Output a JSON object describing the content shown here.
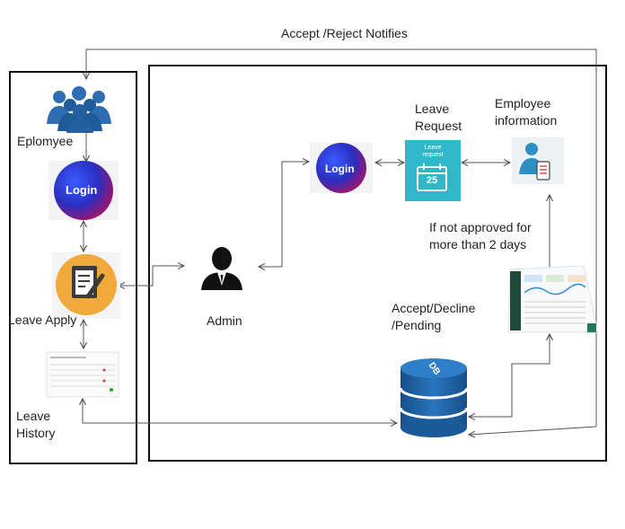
{
  "title": "Accept /Reject Notifies",
  "employee": {
    "label": "Eplomyee",
    "icon": "people-group-icon"
  },
  "login_left": {
    "label": "Login"
  },
  "login_right": {
    "label": "Login"
  },
  "leave_apply": {
    "label": "Leave Apply",
    "icon": "document-pen-icon"
  },
  "leave_history": {
    "label": "Leave\nHistory",
    "icon": "table-thumbnail-icon"
  },
  "admin": {
    "label": "Admin",
    "icon": "person-suit-icon"
  },
  "leave_request": {
    "label": "Leave\nRequest",
    "tile_text": "Leave\nrequest",
    "tile_number": "25",
    "icon": "calendar-icon"
  },
  "employee_info": {
    "label": "Employee\ninformation",
    "icon": "employee-profile-icon"
  },
  "not_approved": {
    "label": "If not approved for\nmore than 2 days"
  },
  "accept_decline": {
    "label": "Accept/Decline\n/Pending",
    "icon": "dashboard-thumbnail-icon"
  },
  "db": {
    "label": "DB",
    "icon": "database-icon"
  },
  "colors": {
    "login_blue": "#1d3fd0",
    "login_red": "#b01060",
    "people_blue": "#2f6db3",
    "apply_orange": "#f2a93b",
    "tile_teal": "#2fb8c7",
    "db_blue": "#1d5fa0",
    "border": "#111111"
  }
}
